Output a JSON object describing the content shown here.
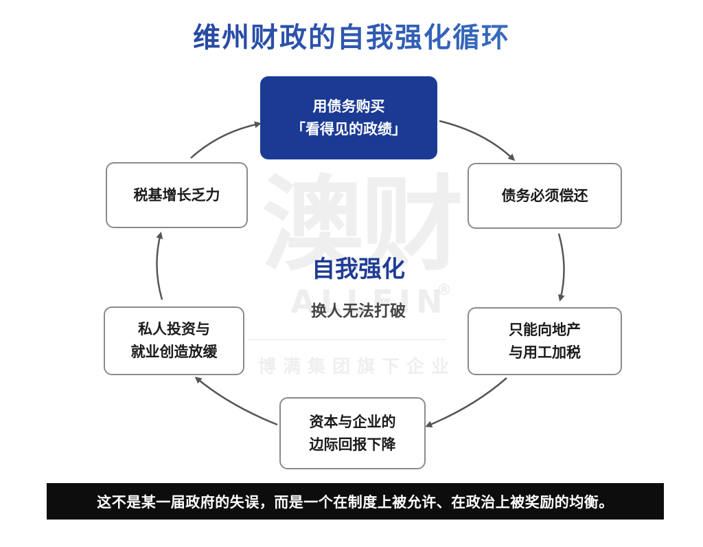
{
  "title": "维州财政的自我强化循环",
  "watermark": {
    "main": "澳财",
    "brand": "ALLFIN",
    "registered": "®",
    "sub": "博满集团旗下企业"
  },
  "center": {
    "title": "自我强化",
    "subtitle": "换人无法打破"
  },
  "nodes": {
    "top": [
      "用债务购买",
      "「看得见的政绩」"
    ],
    "upper_right": [
      "债务必须偿还"
    ],
    "lower_right": [
      "只能向地产",
      "与用工加税"
    ],
    "bottom": [
      "资本与企业的",
      "边际回报下降"
    ],
    "lower_left": [
      "私人投资与",
      "就业创造放缓"
    ],
    "upper_left": [
      "税基增长乏力"
    ]
  },
  "footer": "这不是某一届政府的失误，而是一个在制度上被允许、在政治上被奖励的均衡。",
  "colors": {
    "title_gradient": [
      "#1c3a8f",
      "#3f86cf"
    ],
    "top_node_bg": "#1a3a94",
    "center_title": "#1f3c95",
    "arrow": "#555555",
    "footer_bg": "#0d0d0d"
  }
}
